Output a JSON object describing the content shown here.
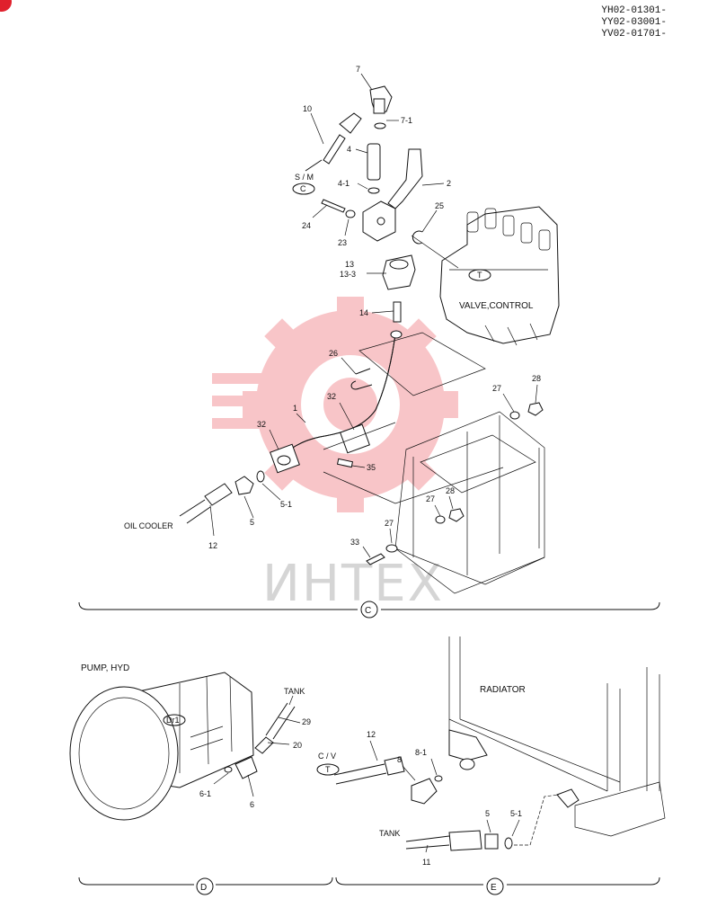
{
  "header": {
    "serials": [
      "YH02-01301-",
      "YY02-03001-",
      "YV02-01701-"
    ]
  },
  "watermark": {
    "text": "ИНТЕХ",
    "color": "#e8323c"
  },
  "colors": {
    "line": "#111111",
    "accent": "#e0202c"
  },
  "section_c": {
    "marker": "C",
    "parts": {
      "p7": "7",
      "p7_1": "7-1",
      "p10": "10",
      "p4": "4",
      "p4_1": "4-1",
      "p2": "2",
      "p24": "24",
      "p23": "23",
      "p25": "25",
      "p13": "13",
      "p13_3": "13-3",
      "p14": "14",
      "p26": "26",
      "p1": "1",
      "p32a": "32",
      "p32b": "32",
      "p35": "35",
      "p27a": "27",
      "p28a": "28",
      "p27b": "27",
      "p28b": "28",
      "p27c": "27",
      "p33": "33",
      "p5": "5",
      "p5_1": "5-1",
      "p12": "12"
    },
    "tags": {
      "sm": "S / M",
      "sm_circle": "C",
      "valve_circle": "T"
    },
    "labels": {
      "valve": "VALVE,CONTROL",
      "oil_cooler": "OIL COOLER"
    }
  },
  "section_d": {
    "marker": "D",
    "labels": {
      "pump": "PUMP, HYD",
      "tank": "TANK",
      "pump_circle": "Dr1"
    },
    "parts": {
      "p29": "29",
      "p20": "20",
      "p6_1": "6-1",
      "p6": "6"
    }
  },
  "section_e": {
    "marker": "E",
    "labels": {
      "radiator": "RADIATOR",
      "cv": "C / V",
      "cv_circle": "T",
      "tank": "TANK"
    },
    "parts": {
      "p12": "12",
      "p8": "8",
      "p8_1": "8-1",
      "p5": "5",
      "p5_1": "5-1",
      "p11": "11"
    }
  }
}
